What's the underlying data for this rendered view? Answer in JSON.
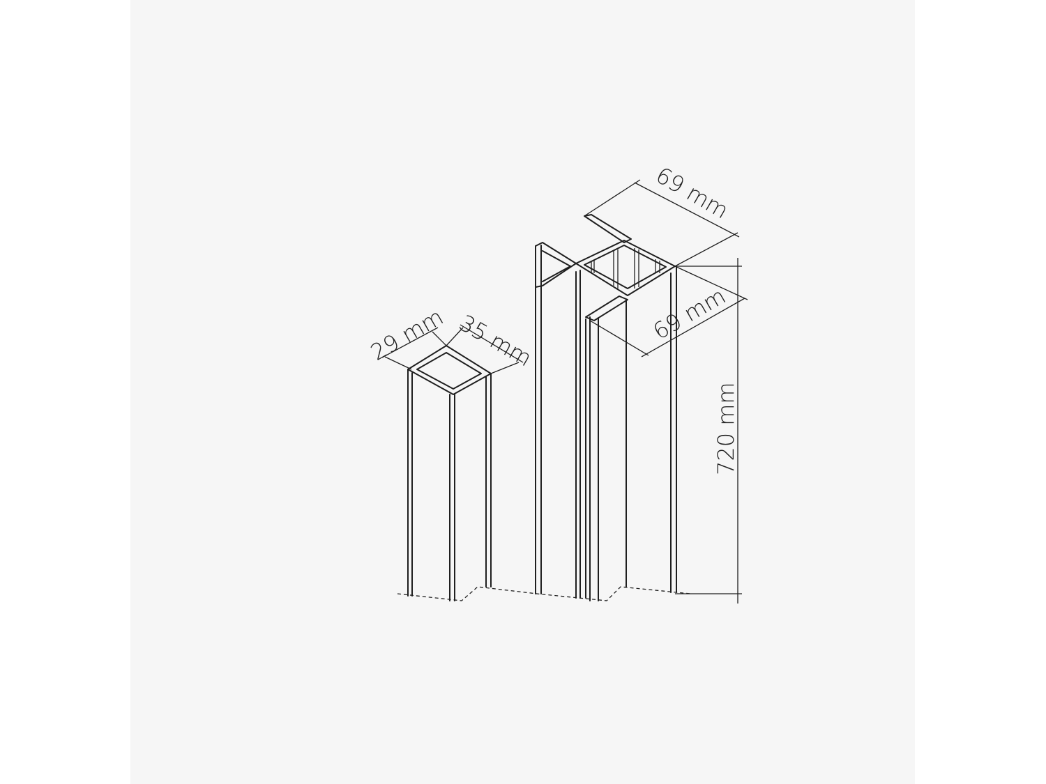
{
  "dimensions": {
    "small_depth": "29 mm",
    "small_width": "35 mm",
    "large_width_top": "69 mm",
    "large_depth": "69 mm",
    "height": "720 mm"
  },
  "colors": {
    "background": "#ffffff",
    "panel": "#f6f6f6",
    "line": "#1f1f1f"
  }
}
